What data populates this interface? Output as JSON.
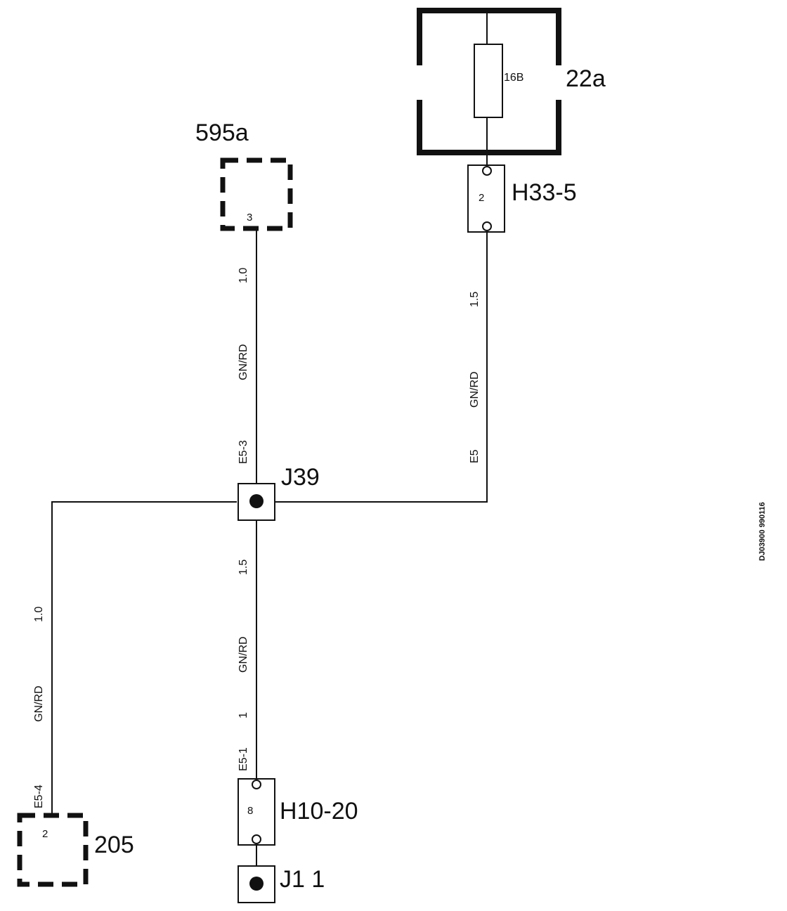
{
  "components": {
    "fuse_box": {
      "label": "22a",
      "fuse_label": "16B"
    },
    "module_595a": {
      "label": "595a",
      "pin": "3"
    },
    "connector_h33_5": {
      "label": "H33-5",
      "pin": "2"
    },
    "junction_j39": {
      "label": "J39"
    },
    "connector_h10_20": {
      "label": "H10-20",
      "pin": "8"
    },
    "junction_j1": {
      "label": "J1 1"
    },
    "module_205": {
      "label": "205",
      "pin": "2"
    }
  },
  "wires": {
    "w_595a_j39": {
      "size": "1.0",
      "color": "GN/RD",
      "id": "E5-3"
    },
    "w_h33_j39": {
      "size": "1.5",
      "color": "GN/RD",
      "id": "E5"
    },
    "w_j39_h10": {
      "size": "1.5",
      "color": "GN/RD",
      "extra": "1",
      "id": "E5-1"
    },
    "w_j39_205": {
      "size": "1.0",
      "color": "GN/RD",
      "id": "E5-4"
    }
  },
  "document_code": "DJ03900 990116"
}
